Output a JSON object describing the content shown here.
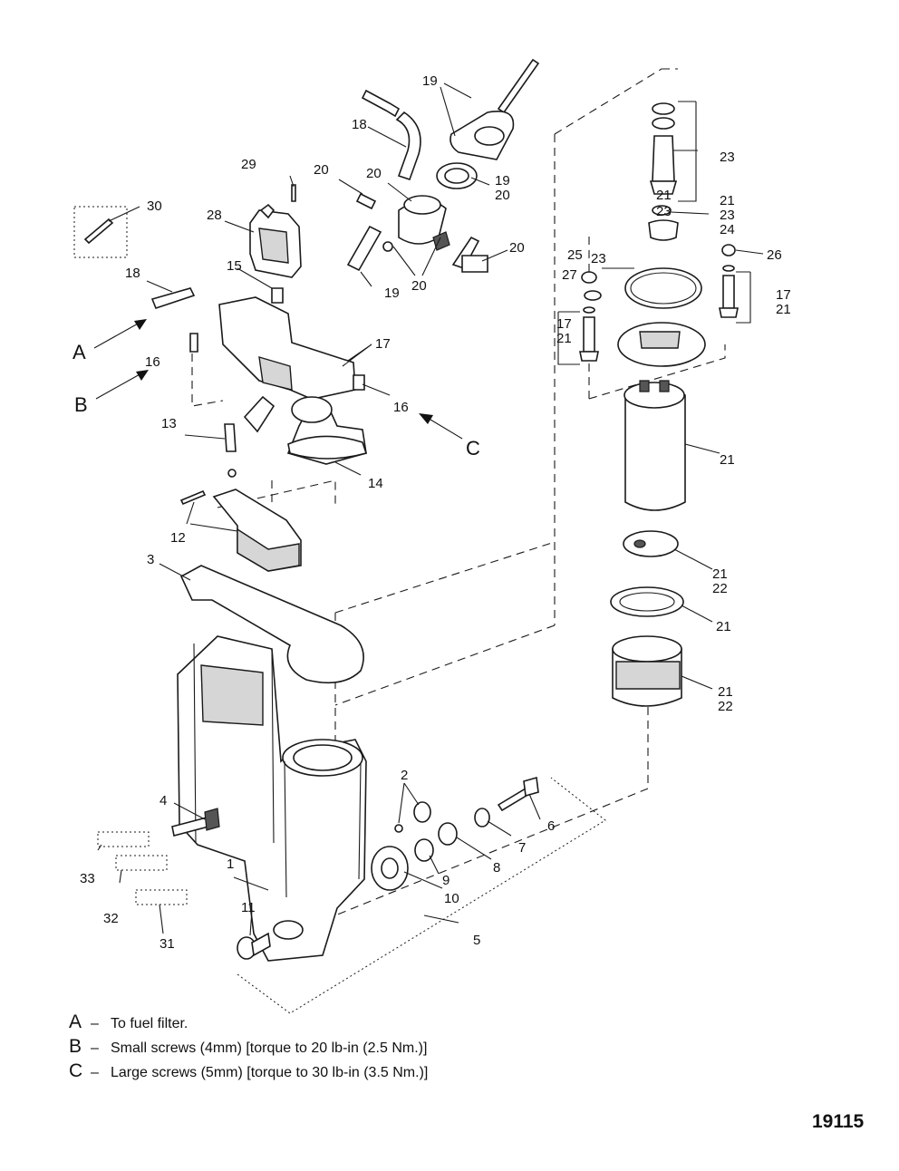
{
  "callouts": {
    "n1": "1",
    "n2": "2",
    "n3": "3",
    "n4": "4",
    "n5": "5",
    "n6": "6",
    "n7": "7",
    "n8": "8",
    "n9": "9",
    "n10": "10",
    "n11": "11",
    "n12": "12",
    "n13": "13",
    "n14": "14",
    "n15": "15",
    "n16": "16",
    "n17": "17",
    "n18": "18",
    "n19": "19",
    "n20": "20",
    "n21": "21",
    "n22": "22",
    "n23": "23",
    "n24": "24",
    "n25": "25",
    "n26": "26",
    "n27": "27",
    "n28": "28",
    "n29": "29",
    "n30": "30",
    "n31": "31",
    "n32": "32",
    "n33": "33"
  },
  "letters": {
    "a": "A",
    "b": "B",
    "c": "C"
  },
  "legend": [
    {
      "key": "A",
      "sep": "–",
      "text": "To fuel filter."
    },
    {
      "key": "B",
      "sep": "–",
      "text": "Small screws (4mm) [torque to 20 lb-in (2.5 Nm.)]"
    },
    {
      "key": "C",
      "sep": "–",
      "text": "Large screws (5mm) [torque to 30 lb-in (3.5 Nm.)]"
    }
  ],
  "figure_number": "19115"
}
